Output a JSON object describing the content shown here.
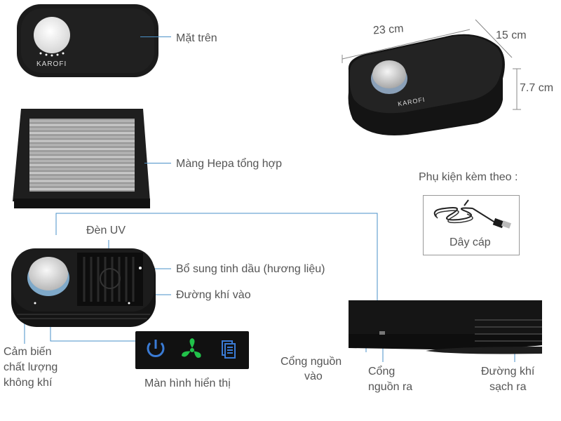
{
  "labels": {
    "mat_tren": "Mặt trên",
    "mang_hepa": "Màng Hepa tổng hợp",
    "den_uv": "Đèn UV",
    "bo_sung": "Bổ sung tinh dầu (hương liệu)",
    "duong_khi_vao": "Đường khí vào",
    "cam_bien_1": "Cảm biến",
    "cam_bien_2": "chất lượng",
    "cam_bien_3": "không khí",
    "man_hinh": "Màn hình hiển thị",
    "cong_vao_1": "Cổng nguồn",
    "cong_vao_2": "vào",
    "cong_ra_1": "Cổng",
    "cong_ra_2": "nguồn ra",
    "duong_khi_sach_1": "Đường khí",
    "duong_khi_sach_2": "sạch ra",
    "phu_kien": "Phụ kiện kèm theo :",
    "day_cap": "Dây cáp"
  },
  "dimensions": {
    "length": "23 cm",
    "width": "15 cm",
    "height": "7.7 cm"
  },
  "brand": "KAROFI",
  "display_icons": [
    "power-icon",
    "fan-icon",
    "filter-icon"
  ],
  "colors": {
    "leader_line": "#4a90c8",
    "dimension_line": "#888888",
    "device_body": "#161616",
    "display_power": "#3a7bd5",
    "display_fan": "#21c24a",
    "display_filter": "#3a7bd5"
  }
}
